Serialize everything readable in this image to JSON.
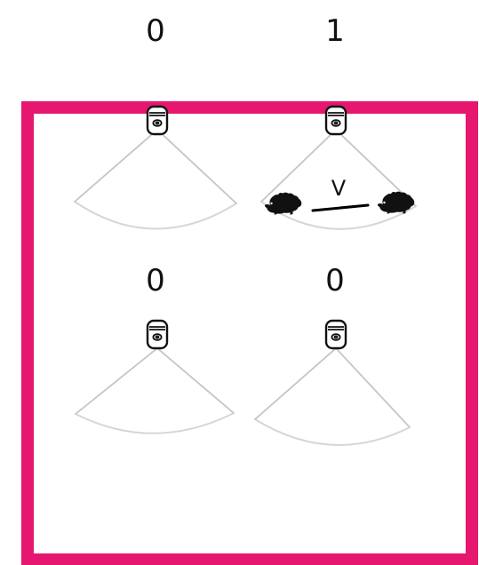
{
  "frame": {
    "border_color": "#e5176f",
    "background_color": "#ffffff"
  },
  "cameras": [
    {
      "id": "top-left",
      "count": "0"
    },
    {
      "id": "top-right",
      "count": "1",
      "link_label": "V"
    },
    {
      "id": "bottom-left",
      "count": "0"
    },
    {
      "id": "bottom-right",
      "count": "0"
    }
  ],
  "icons": {
    "camera": "security-camera-icon",
    "animal": "hedgehog-icon"
  }
}
